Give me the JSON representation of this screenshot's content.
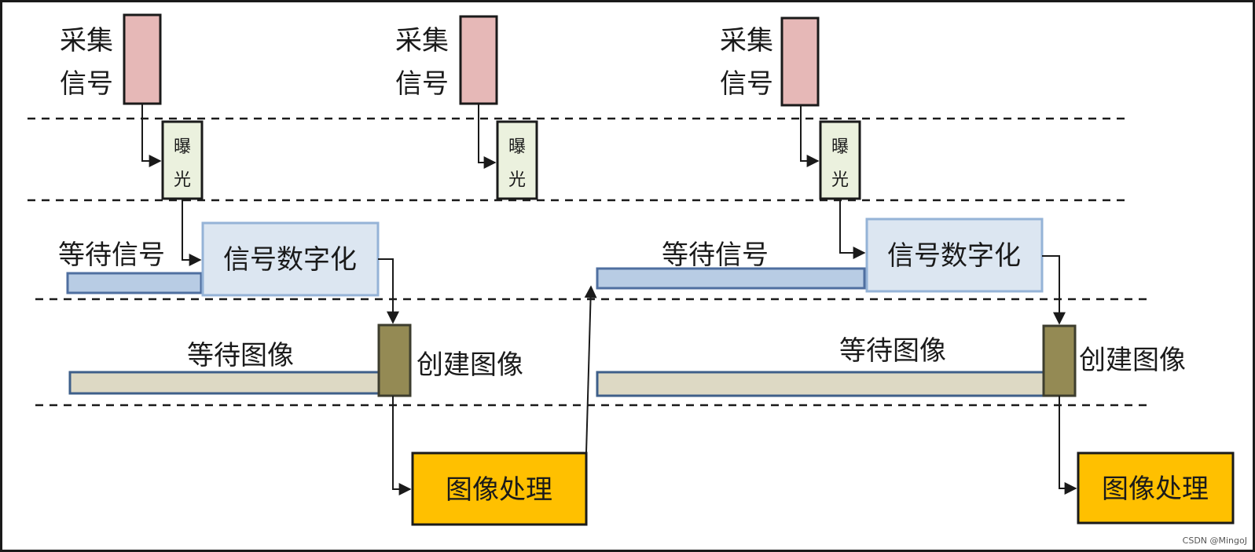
{
  "stages": {
    "acquire_label_line1": "采集",
    "acquire_label_line2": "信号",
    "exposure_char1": "曝",
    "exposure_char2": "光",
    "wait_signal": "等待信号",
    "digitize": "信号数字化",
    "wait_image": "等待图像",
    "create_image": "创建图像",
    "process_image": "图像处理"
  },
  "colors": {
    "acquire_fill": "#e6b8b7",
    "exposure_fill": "#ebf1de",
    "wait_signal_fill": "#b8cce4",
    "wait_signal_border": "#4f6fa0",
    "digitize_fill": "#dce6f1",
    "digitize_border": "#95b3d7",
    "wait_image_fill": "#ddd9c4",
    "wait_image_border": "#3e5f8a",
    "create_fill": "#948a54",
    "process_fill": "#ffc000"
  },
  "watermark": "CSDN @MingoJ"
}
